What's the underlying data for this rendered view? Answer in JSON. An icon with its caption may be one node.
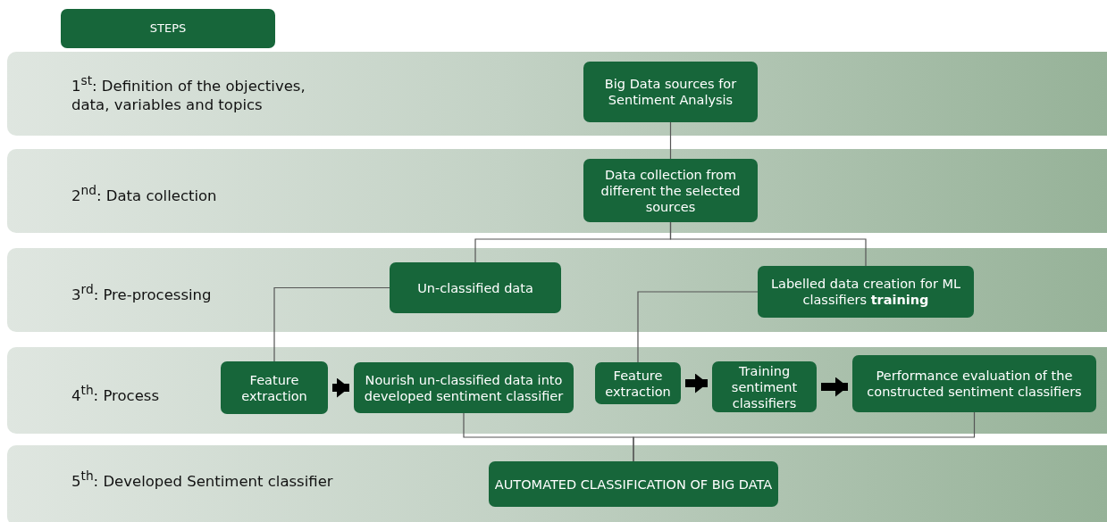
{
  "diagram": {
    "nodes": [
      {
        "text": [
          "STEPS"
        ]
      },
      {
        "text": [
          "1$^{st}$: Definition of the objectives, data, variables and topics"
        ]
      },
      {
        "text": [
          "Big Data sources for Sentiment Analysis"
        ],
        "in": 1
      },
      {
        "text": [
          "2$^{nd}$: Data collection"
        ]
      },
      {
        "text": [
          "Data collection from different the selected sources"
        ],
        "in": 3
      },
      {
        "text": [
          "3$^{rd}$: Pre-processing"
        ]
      },
      {
        "text": [
          "Un-classified data"
        ],
        "in": 5
      },
      {
        "text": [
          "Labelled data creation for ML classifiers **training**"
        ],
        "in": 5
      },
      {
        "text": [
          "4$^{th}$: Process"
        ]
      },
      {
        "text": [
          "Feature extraction"
        ],
        "in": 8
      },
      {
        "text": [
          "Nourish un-classified data into developed sentiment classifier"
        ],
        "in": 8
      },
      {
        "text": [
          "Feature extraction"
        ],
        "in": 8
      },
      {
        "text": [
          "Training sentiment classifiers"
        ],
        "in": 8
      },
      {
        "text": [
          "Performance evaluation of the constructed sentiment classifiers"
        ],
        "in": 8
      },
      {
        "text": [
          "5$^{th}$: Developed Sentiment classifier"
        ]
      },
      {
        "text": [
          "AUTOMATED CLASSIFICATION OF BIG DATA"
        ],
        "in": 14
      }
    ],
    "edges": [
      {
        "from": 2,
        "to": 4,
        "arrow": "none"
      },
      {
        "from": 4,
        "to": 6,
        "arrow": "none"
      },
      {
        "from": 4,
        "to": 7,
        "arrow": "none"
      },
      {
        "from": 6,
        "to": 9,
        "arrow": "none"
      },
      {
        "from": 7,
        "to": 11,
        "arrow": "none"
      },
      {
        "from": 9,
        "to": 10,
        "arrow": "to",
        "style": "thick",
        "color": "#000000"
      },
      {
        "from": 11,
        "to": 12,
        "arrow": "to",
        "style": "thick",
        "color": "#000000"
      },
      {
        "from": 12,
        "to": 13,
        "arrow": "to",
        "style": "thick",
        "color": "#000000"
      },
      {
        "from": 10,
        "to": 15,
        "arrow": "none"
      },
      {
        "from": 13,
        "to": 15,
        "arrow": "none"
      }
    ]
  }
}
